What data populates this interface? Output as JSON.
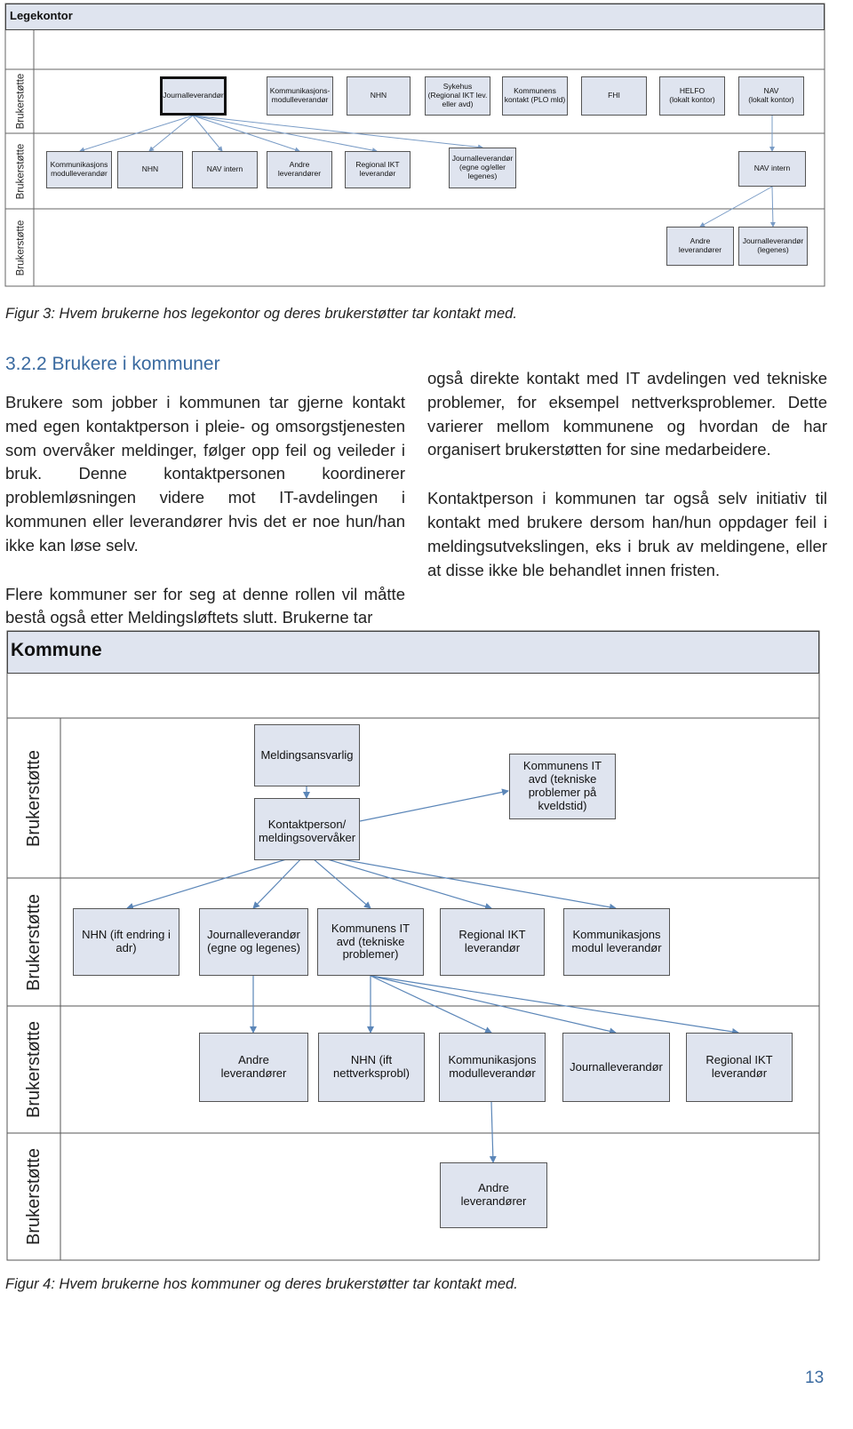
{
  "figure3": {
    "title": "Legekontor",
    "lane_label": "Brukerstøtte",
    "row1": [
      "Journalleverandør",
      "Kommunikasjons-\nmodulleverandør",
      "NHN",
      "Sykehus\n(Regional IKT lev.\neller avd)",
      "Kommunens\nkontakt (PLO mld)",
      "FHI",
      "HELFO\n(lokalt kontor)",
      "NAV\n(lokalt kontor)"
    ],
    "row2": [
      "Kommunikasjons\nmodulleverandør",
      "NHN",
      "NAV intern",
      "Andre\nleverandører",
      "Regional IKT\nleverandør",
      "Journalleverandør\n(egne og/eller\nlegenes)",
      "NAV intern"
    ],
    "row3": [
      "Andre\nleverandører",
      "Journalleverandør\n(legenes)"
    ],
    "caption": "Figur 3: Hvem brukerne hos legekontor og deres brukerstøtter tar kontakt med."
  },
  "section": {
    "heading": "3.2.2  Brukere i kommuner",
    "left_paragraphs": [
      "Brukere som jobber i kommunen tar gjerne kontakt med egen kontaktperson i pleie- og omsorgstjenesten som overvåker meldinger, følger opp feil og veileder i bruk. Denne kontaktpersonen koordinerer problemløsningen videre mot IT-avdelingen i kommunen eller leverandører hvis det er noe hun/han ikke kan løse selv.",
      "Flere kommuner ser for seg at denne rollen vil måtte bestå også etter Meldingsløftets slutt. Brukerne tar"
    ],
    "right_paragraphs": [
      "også direkte kontakt med IT avdelingen ved tekniske problemer, for eksempel nettverksproblemer. Dette varierer mellom kommunene og hvordan de har organisert brukerstøtten for sine medarbeidere.",
      "Kontaktperson i kommunen tar også selv initiativ til kontakt med brukere dersom han/hun oppdager feil i meldingsutvekslingen, eks i bruk av meldingene, eller at disse ikke ble behandlet innen fristen."
    ]
  },
  "figure4": {
    "title": "Kommune",
    "lane_label": "Brukerstøtte",
    "row1": [
      "Meldingsansvarlig",
      "Kontaktperson/\nmeldingsovervåker",
      "Kommunens IT\navd (tekniske\nproblemer på\nkveldstid)"
    ],
    "row2": [
      "NHN (ift endring i\nadr)",
      "Journalleverandør\n(egne og legenes)",
      "Kommunens IT\navd (tekniske\nproblemer)",
      "Regional IKT\nleverandør",
      "Kommunikasjons\nmodul leverandør"
    ],
    "row3": [
      "Andre\nleverandører",
      "NHN (ift\nnettverksprobl)",
      "Kommunikasjons\nmodulleverandør",
      "Journalleverandør",
      "Regional IKT\nleverandør"
    ],
    "row4": [
      "Andre\nleverandører"
    ],
    "caption": "Figur 4: Hvem brukerne hos kommuner og deres brukerstøtter tar kontakt med."
  },
  "page_number": "13",
  "colors": {
    "box_fill": "#dfe4ef",
    "arrow": "#5b86b8",
    "heading": "#3a6aa0"
  }
}
